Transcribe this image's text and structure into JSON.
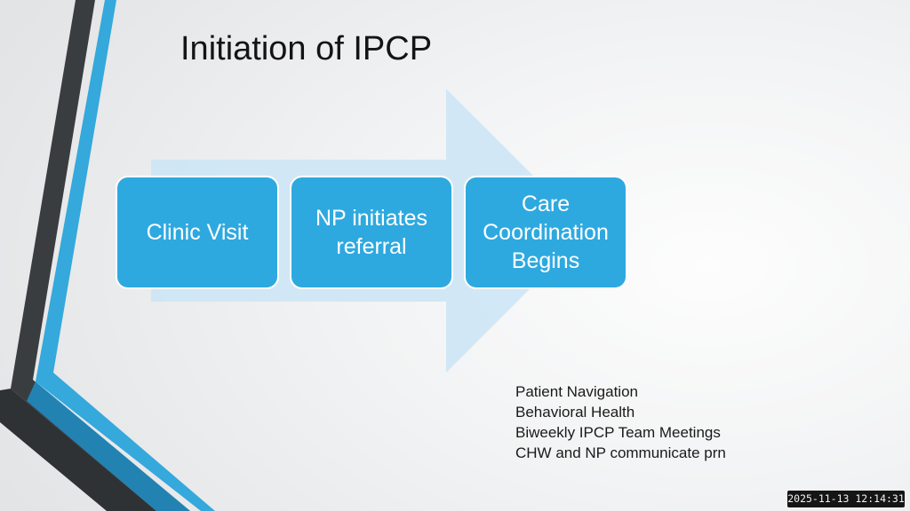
{
  "slide": {
    "title": "Initiation of IPCP",
    "process_steps": [
      {
        "label": "Clinic Visit"
      },
      {
        "label": "NP initiates referral"
      },
      {
        "label": "Care Coordination Begins"
      }
    ],
    "notes": [
      "Patient Navigation",
      "Behavioral Health",
      "Biweekly IPCP Team Meetings",
      "CHW and NP communicate prn"
    ]
  },
  "overlay": {
    "timestamp": "2025-11-13  12:14:31"
  },
  "colors": {
    "accent_blue": "#2ea9e0",
    "arrow_fill": "#cde6f5",
    "dark_stripe": "#3a3d40",
    "stripe_blue": "#35a8dc"
  }
}
